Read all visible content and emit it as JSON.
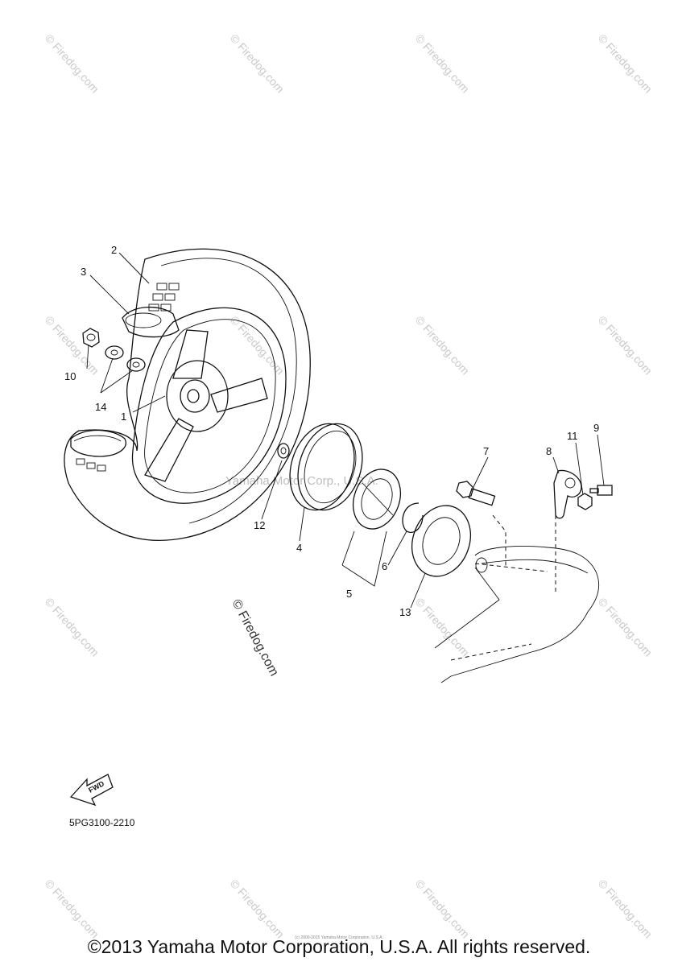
{
  "watermark": {
    "text": "© Firedog.com",
    "center_text": "Yamaha Motor Corp., U.S.A."
  },
  "callouts": [
    "1",
    "2",
    "3",
    "4",
    "5",
    "6",
    "7",
    "8",
    "9",
    "10",
    "11",
    "12",
    "13",
    "14"
  ],
  "fwd_label": "FWD",
  "part_code": "5PG3100-2210",
  "tiny_copyright": "(c) 2000-2015 Yamaha Motor Corporation, U.S.A.",
  "copyright": "©2013 Yamaha Motor Corporation, U.S.A. All rights reserved."
}
